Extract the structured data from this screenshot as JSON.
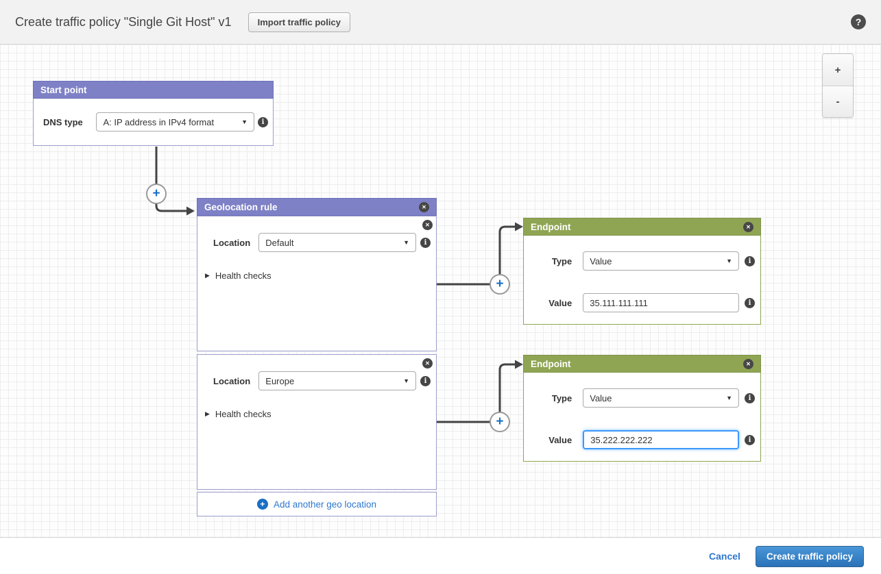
{
  "header": {
    "title": "Create traffic policy \"Single Git Host\" v1",
    "import_button_label": "Import traffic policy"
  },
  "icons": {
    "help": "?",
    "close": "✕",
    "info": "i",
    "plus": "+",
    "caret_right": "▶",
    "caret_down": "▼"
  },
  "canvas_controls": {
    "zoom_in_label": "+",
    "zoom_out_label": "-"
  },
  "start_point": {
    "title": "Start point",
    "dns_type_label": "DNS type",
    "dns_type_value": "A: IP address in IPv4 format"
  },
  "geolocation_rule": {
    "title": "Geolocation rule",
    "add_location_label": "Add another geo location",
    "sections": [
      {
        "location_label": "Location",
        "location_value": "Default",
        "health_checks_label": "Health checks"
      },
      {
        "location_label": "Location",
        "location_value": "Europe",
        "health_checks_label": "Health checks"
      }
    ]
  },
  "endpoints": [
    {
      "title": "Endpoint",
      "type_label": "Type",
      "type_value": "Value",
      "value_label": "Value",
      "value_text": "35.111.111.111"
    },
    {
      "title": "Endpoint",
      "type_label": "Type",
      "type_value": "Value",
      "value_label": "Value",
      "value_text": "35.222.222.222"
    }
  ],
  "footer": {
    "cancel_label": "Cancel",
    "create_button_label": "Create traffic policy"
  },
  "colors": {
    "purple_header": "#7e81c6",
    "green_header": "#90a553",
    "accent_blue": "#1a6fc4",
    "link_blue": "#2e77cf",
    "connector": "#444444",
    "focus_blue": "#3b99fc"
  }
}
